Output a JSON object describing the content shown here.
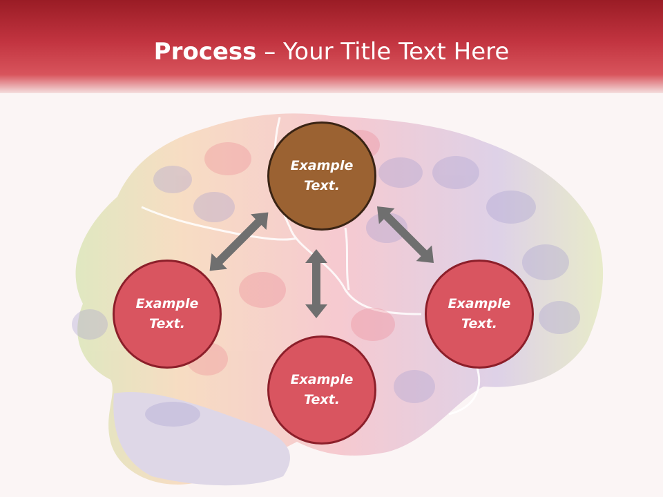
{
  "title": {
    "bold": "Process",
    "dash": " – ",
    "rest": "Your Title Text Here"
  },
  "nodes": {
    "top": "Example Text.",
    "left": "Example Text.",
    "right": "Example Text.",
    "bottom": "Example Text."
  },
  "colors": {
    "header": "#c23440",
    "node_red": "#d95560",
    "node_brown": "#9b6232",
    "arrow": "#6f6f6f"
  }
}
